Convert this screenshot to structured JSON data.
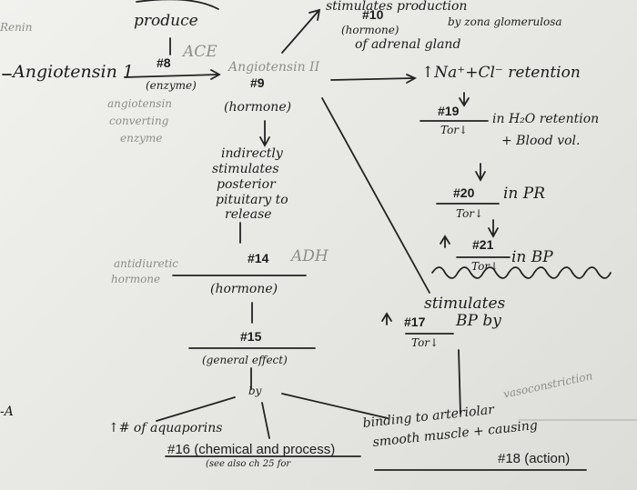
{
  "nodes": {
    "renin": "Renin",
    "produce": "produce",
    "angiotensin1": "Angiotensin 1",
    "n8": "#8",
    "ace": "ACE",
    "enzyme": "(enzyme)",
    "ace_full": [
      "angiotensin",
      "converting",
      "enzyme"
    ],
    "angiotensin2": "Angiotensin II",
    "n9": "#9",
    "hormone_a": "(hormone)",
    "stimulates_prod": "stimulates production",
    "n10": "#10",
    "hormone_b": "(hormone)",
    "by_zona": "by zona glomerulosa",
    "of_adrenal": "of adrenal gland",
    "na_cl": "↑Na⁺+Cl⁻ retention",
    "n19": "#19",
    "n19_sub": "Tor↓",
    "h2o": "in H₂O retention",
    "blood_vol": "+ Blood vol.",
    "n20": "#20",
    "n20_sub": "Tor↓",
    "in_pr": "in PR",
    "n21": "#21",
    "n21_sub": "Tor↓",
    "in_bp": "in BP",
    "indirectly": [
      "indirectly",
      "stimulates",
      "posterior",
      "pituitary to",
      "release"
    ],
    "antidiuretic": [
      "antidiuretic",
      "hormone"
    ],
    "n14": "#14",
    "adh": "ADH",
    "hormone_c": "(hormone)",
    "n15": "#15",
    "general_effect": "(general effect)",
    "by": "by",
    "aquaporins": "↑# of aquaporins",
    "n16": "#16 (chemical and process)",
    "see_also": "(see also ch 25 for",
    "n17": "#17",
    "n17_sub": "Tor↓",
    "stimulates_bp": [
      "stimulates",
      "BP by"
    ],
    "vasoconstriction": "vasoconstriction",
    "binding": [
      "binding to arteriolar",
      "smooth muscle + causing"
    ],
    "n18": "#18 (action)",
    "left_a": "-A"
  }
}
